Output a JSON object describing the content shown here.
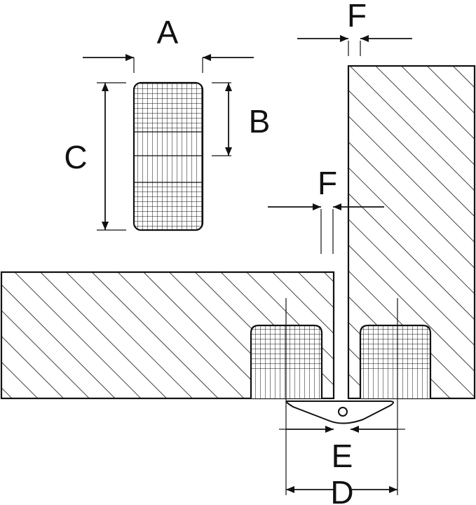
{
  "labels": {
    "a": "A",
    "b": "B",
    "c": "C",
    "d": "D",
    "e": "E",
    "f_top": "F",
    "f_mid": "F"
  },
  "colors": {
    "line": "#111111",
    "background": "#ffffff"
  }
}
